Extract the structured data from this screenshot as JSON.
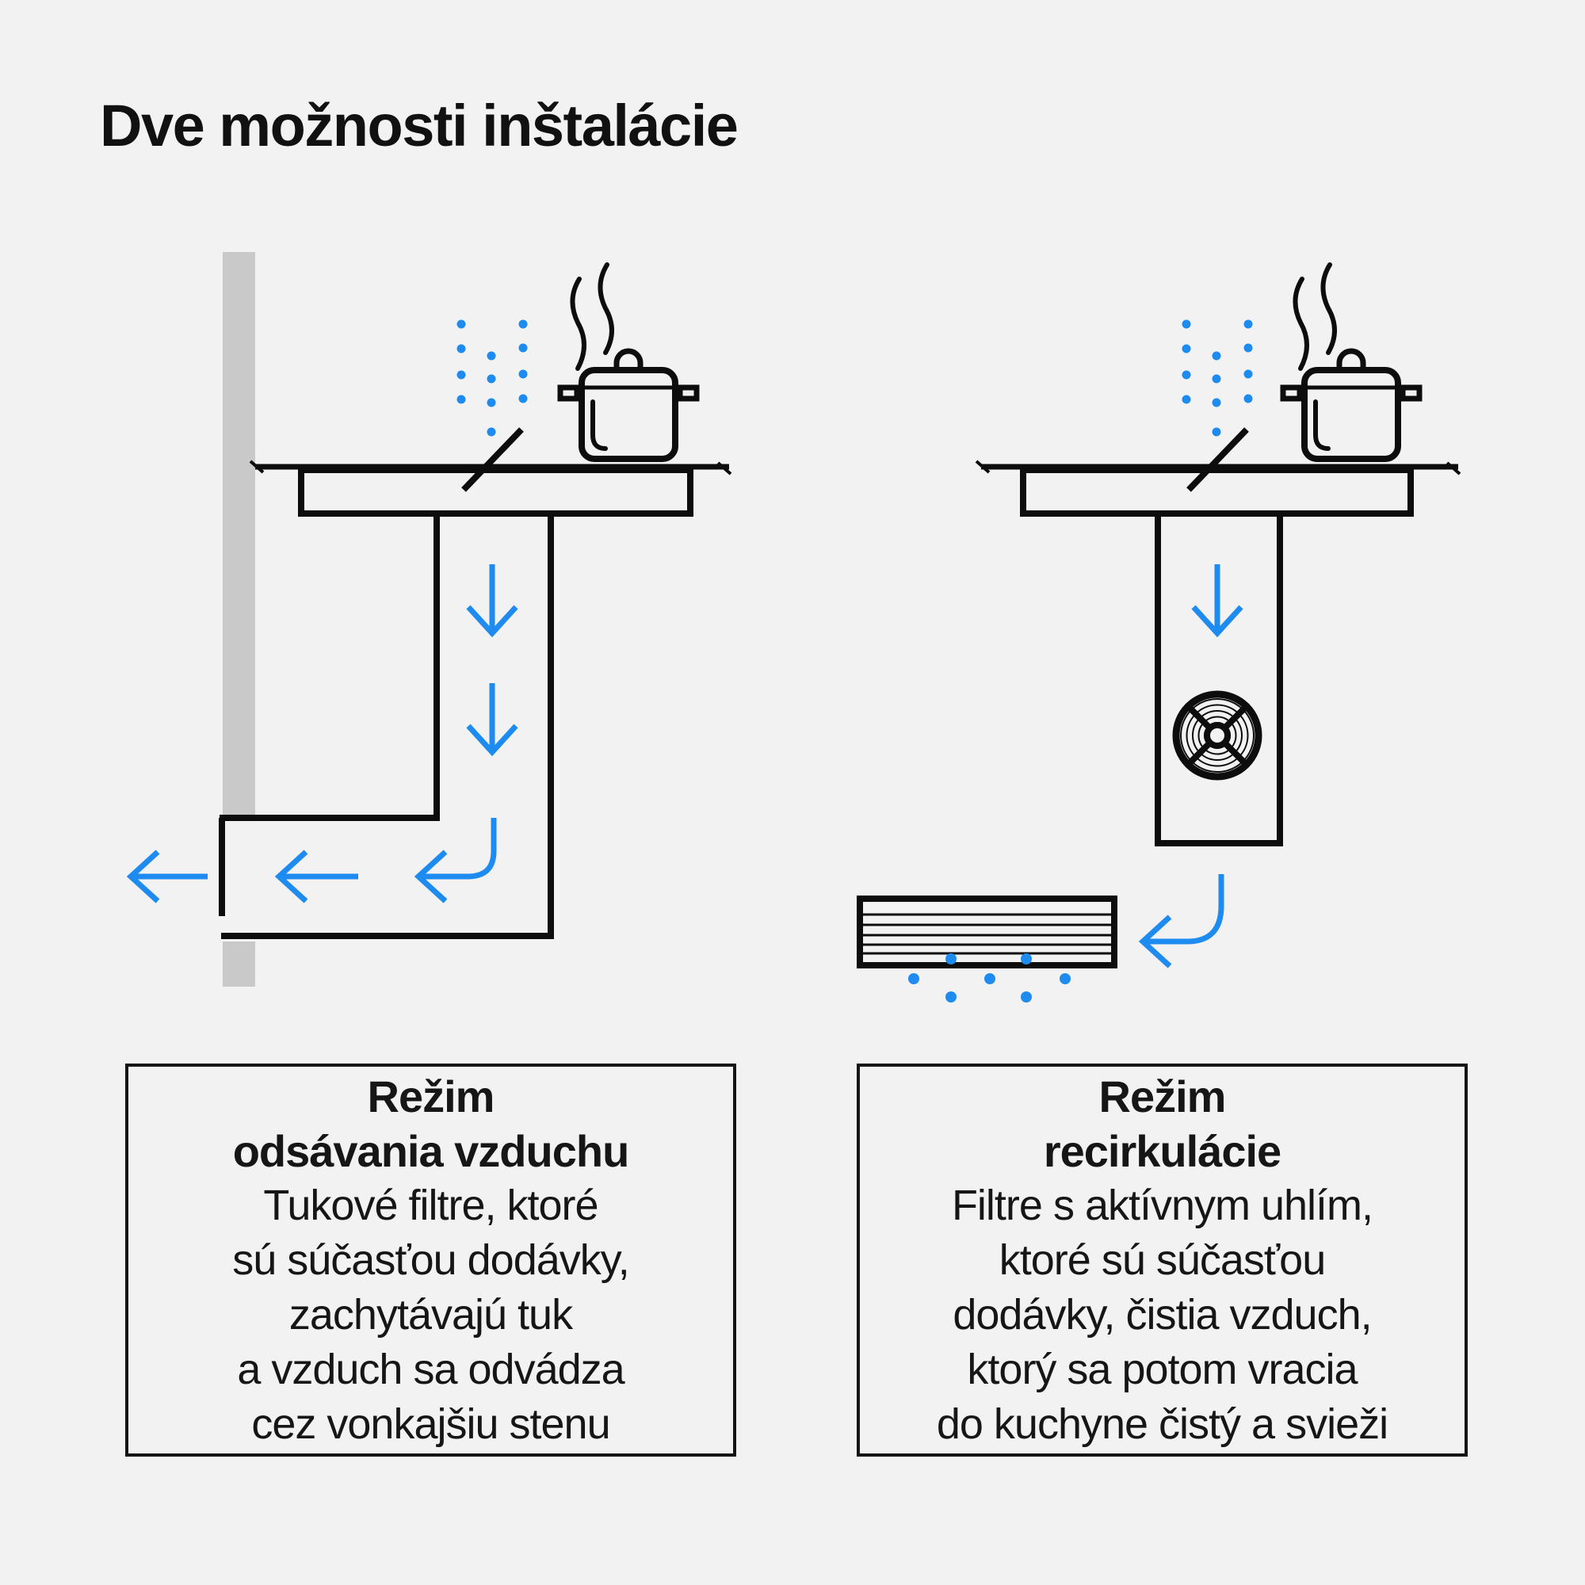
{
  "page": {
    "title": "Dve možnosti inštalácie",
    "background": "#f2f2f2"
  },
  "colors": {
    "ink": "#0d0d0d",
    "accent_blue": "#1e8bf0",
    "wall_gray": "#c9c9c9",
    "text": "#161616"
  },
  "icons": {
    "pot": "cooking-pot-icon",
    "steam": "steam-squiggle-icon",
    "fan": "fan-rotor-icon",
    "filter": "carbon-filter-icon",
    "down_arrow": "airflow-down-arrow-icon",
    "left_arrow": "airflow-left-arrow-icon",
    "dots": "vapor-dots-icon"
  },
  "panels": {
    "exhaust": {
      "heading_line1": "Režim",
      "heading_line2": "odsávania vzduchu",
      "body_lines": [
        "Tukové filtre, ktoré",
        "sú súčasťou dodávky,",
        "zachytávajú tuk",
        "a vzduch sa odvádza",
        "cez vonkajšiu stenu"
      ]
    },
    "recirculation": {
      "heading_line1": "Režim",
      "heading_line2": "recirkulácie",
      "body_lines": [
        "Filtre s aktívnym uhlím,",
        "ktoré sú súčasťou",
        "dodávky, čistia vzduch,",
        "ktorý sa potom vracia",
        "do kuchyne čistý a svieži"
      ]
    }
  }
}
